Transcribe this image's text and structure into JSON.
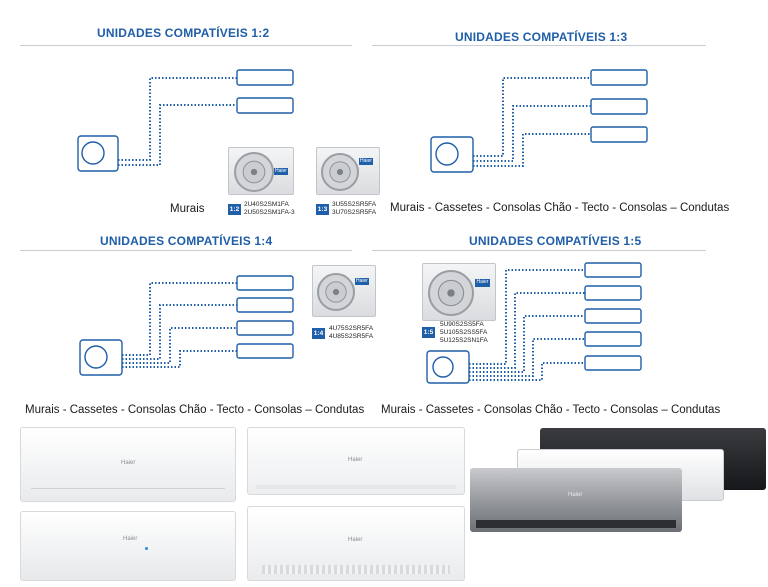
{
  "sections": [
    {
      "title": "UNIDADES COMPATÍVEIS 1:2",
      "caption": "Murais",
      "ratio": "1:2",
      "models": [
        "2U40S2SM1FA",
        "2U50S2SM1FA-3"
      ]
    },
    {
      "title": "UNIDADES COMPATÍVEIS 1:3",
      "caption": "Murais - Cassetes - Consolas Chão - Tecto - Consolas – Condutas",
      "ratio": "1:3",
      "models": [
        "3U55S2SR5FA",
        "3U70S2SR5FA"
      ]
    },
    {
      "title": "UNIDADES COMPATÍVEIS 1:4",
      "caption": "Murais - Cassetes - Consolas Chão - Tecto - Consolas – Condutas",
      "ratio": "1:4",
      "models": [
        "4U75S2SR5FA",
        "4U85S2SR5FA"
      ]
    },
    {
      "title": "UNIDADES COMPATÍVEIS 1:5",
      "caption": "Murais - Cassetes - Consolas Chão - Tecto - Consolas – Condutas",
      "ratio": "1:5",
      "models": [
        "5U90S2SS5FA",
        "5U105S2SS5FA",
        "5U125S2SN1FA"
      ]
    }
  ],
  "brand": "Haier",
  "colors": {
    "accent": "#1f5ea8",
    "dots": "#1f5ea8"
  }
}
